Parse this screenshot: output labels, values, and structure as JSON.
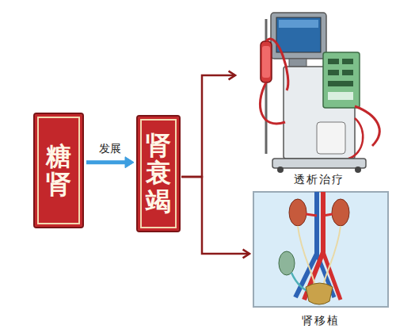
{
  "diagram": {
    "nodes": [
      {
        "text": [
          "糖肾"
        ]
      },
      {
        "text": [
          "肾衰竭"
        ]
      },
      {
        "text": [
          "透析治疗"
        ]
      },
      {
        "text": [
          "肾移植"
        ]
      }
    ],
    "edges": [
      {
        "from": 0,
        "to": 1,
        "label": "发展",
        "arrow": "to"
      },
      {
        "from": 1,
        "to": 2,
        "arrow": "to"
      },
      {
        "from": 1,
        "to": 3,
        "arrow": "to"
      }
    ]
  }
}
